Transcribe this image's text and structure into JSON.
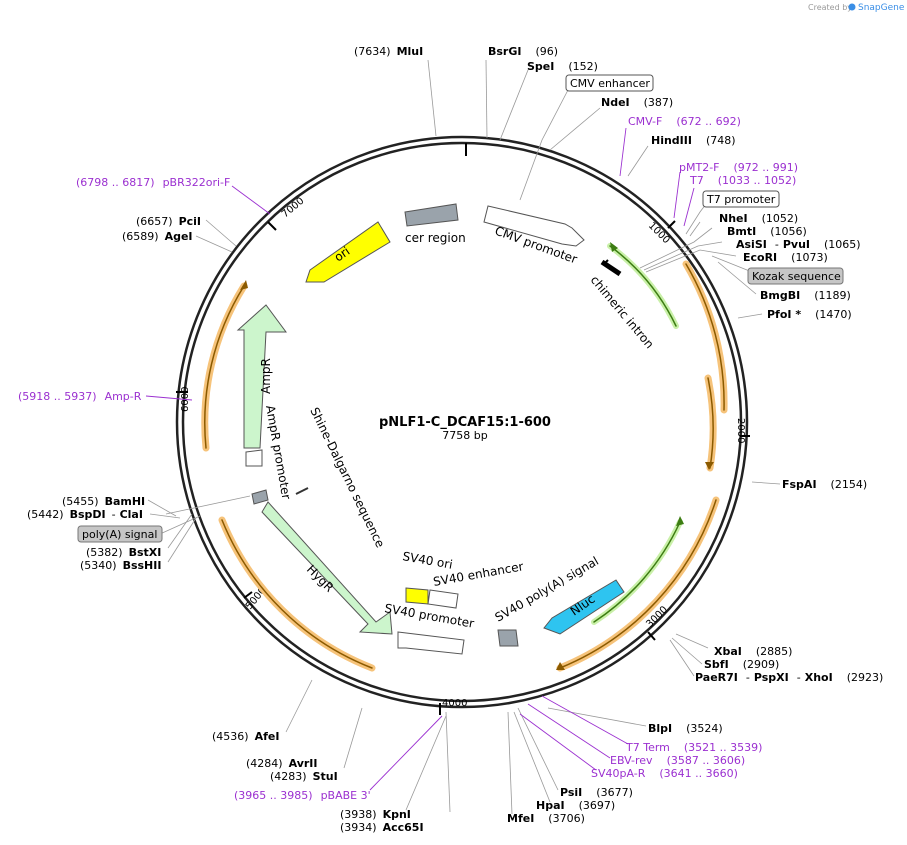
{
  "credit": {
    "prefix": "Created by",
    "brand": "SnapGene"
  },
  "plasmid": {
    "name": "pNLF1-C_DCAF15:1-600",
    "length_label": "7758 bp"
  },
  "ticks": [
    "1000",
    "2000",
    "3000",
    "4000",
    "5000",
    "6000",
    "7000"
  ],
  "sites": {
    "mlui": {
      "pos": "(7634)",
      "name": "MluI"
    },
    "bsrgi": {
      "name": "BsrGI",
      "pos": "(96)"
    },
    "spei": {
      "name": "SpeI",
      "pos": "(152)"
    },
    "ndei": {
      "name": "NdeI",
      "pos": "(387)"
    },
    "hindiii": {
      "name": "HindIII",
      "pos": "(748)"
    },
    "nhei": {
      "name": "NheI",
      "pos": "(1052)"
    },
    "bmti": {
      "name": "BmtI",
      "pos": "(1056)"
    },
    "asisi": {
      "name": "AsiSI",
      "sep": "-",
      "name2": "PvuI",
      "pos": "(1065)"
    },
    "ecori": {
      "name": "EcoRI",
      "pos": "(1073)"
    },
    "bmgbi": {
      "name": "BmgBI",
      "pos": "(1189)"
    },
    "pfoi": {
      "name": "PfoI *",
      "pos": "(1470)"
    },
    "fspai": {
      "name": "FspAI",
      "pos": "(2154)"
    },
    "xbai": {
      "name": "XbaI",
      "pos": "(2885)"
    },
    "sbfi": {
      "name": "SbfI",
      "pos": "(2909)"
    },
    "paer7i": {
      "name": "PaeR7I",
      "sep1": "-",
      "name2": "PspXI",
      "sep2": "-",
      "name3": "XhoI",
      "pos": "(2923)"
    },
    "blpi": {
      "name": "BlpI",
      "pos": "(3524)"
    },
    "psii": {
      "name": "PsiI",
      "pos": "(3677)"
    },
    "hpai": {
      "name": "HpaI",
      "pos": "(3697)"
    },
    "mfei": {
      "name": "MfeI",
      "pos": "(3706)"
    },
    "kpni": {
      "pos": "(3938)",
      "name": "KpnI"
    },
    "acc65i": {
      "pos": "(3934)",
      "name": "Acc65I"
    },
    "avrii": {
      "pos": "(4284)",
      "name": "AvrII"
    },
    "stui": {
      "pos": "(4283)",
      "name": "StuI"
    },
    "afei": {
      "pos": "(4536)",
      "name": "AfeI"
    },
    "bsshii": {
      "pos": "(5340)",
      "name": "BssHII"
    },
    "bstxi": {
      "pos": "(5382)",
      "name": "BstXI"
    },
    "bamhi": {
      "pos": "(5455)",
      "name": "BamHI"
    },
    "bspdi": {
      "pos": "(5442)",
      "name": "BspDI",
      "sep": "-",
      "name2": "ClaI"
    },
    "pcii": {
      "pos": "(6657)",
      "name": "PciI"
    },
    "agei": {
      "pos": "(6589)",
      "name": "AgeI"
    }
  },
  "primers": {
    "cmvf": {
      "name": "CMV-F",
      "pos": "(672 .. 692)"
    },
    "pmt2f": {
      "name": "pMT2-F",
      "pos": "(972 .. 991)"
    },
    "t7": {
      "name": "T7",
      "pos": "(1033 .. 1052)"
    },
    "t7term": {
      "name": "T7 Term",
      "pos": "(3521 .. 3539)"
    },
    "ebvrev": {
      "name": "EBV-rev",
      "pos": "(3587 .. 3606)"
    },
    "sv40pa": {
      "name": "SV40pA-R",
      "pos": "(3641 .. 3660)"
    },
    "pbabe": {
      "pos": "(3965 .. 3985)",
      "name": "pBABE 3'"
    },
    "ampr": {
      "pos": "(5918 .. 5937)",
      "name": "Amp-R"
    },
    "pbr322": {
      "pos": "(6798 .. 6817)",
      "name": "pBR322ori-F"
    }
  },
  "boxed_labels": {
    "cmv_enhancer": "CMV enhancer",
    "t7_promoter": "T7 promoter",
    "kozak": "Kozak sequence",
    "polya": "poly(A) signal"
  },
  "features": {
    "cer_region": "cer region",
    "cmv_promoter": "CMV promoter",
    "chimeric_intron": "chimeric intron",
    "ori": "ori",
    "ampr": "AmpR",
    "ampr_promoter": "AmpR promoter",
    "shine_dalgarno": "Shine-Dalgarno sequence",
    "sv40_ori": "SV40 ori",
    "sv40_enhancer": "SV40 enhancer",
    "sv40_promoter": "SV40 promoter",
    "hygr": "HygR",
    "sv40_polya": "SV40 poly(A) signal",
    "nluc": "Nluc"
  },
  "colors": {
    "backbone": "#222222",
    "orf_fill": "#f6b26b",
    "orf_stroke": "#b8860b",
    "green_arrow": "#5a9e2a",
    "ori_fill": "#ffff00",
    "ampr_fill": "#ccf5cc",
    "nluc_fill": "#2ec4f0",
    "gray_box": "#9aa3ab",
    "primer": "#9b30d0"
  }
}
